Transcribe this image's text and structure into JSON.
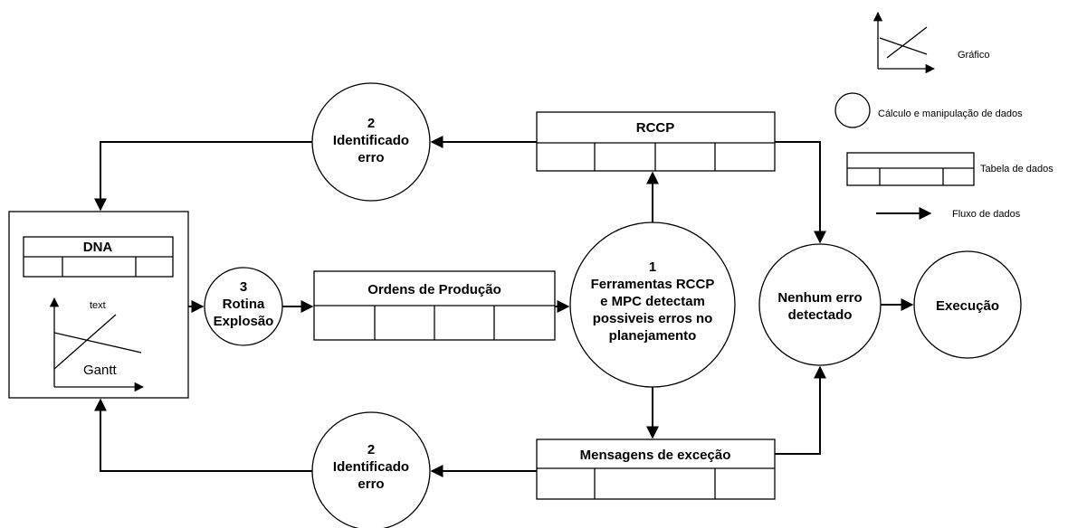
{
  "legend": {
    "grafico": "Gráfico",
    "calculo": "Cálculo e manipulação de dados",
    "tabela": "Tabela de dados",
    "fluxo": "Fluxo de dados"
  },
  "nodes": {
    "erro_top": {
      "number": "2",
      "line1": "Identificado",
      "line2": "erro"
    },
    "erro_bottom": {
      "number": "2",
      "line1": "Identificado",
      "line2": "erro"
    },
    "rotina": {
      "number": "3",
      "line1": "Rotina",
      "line2": "Explosão"
    },
    "ferramentas": {
      "number": "1",
      "line1": "Ferramentas RCCP",
      "line2": "e MPC detectam",
      "line3": "possiveis erros no",
      "line4": "planejamento"
    },
    "nenhum": {
      "line1": "Nenhum erro",
      "line2": "detectado"
    },
    "execucao": {
      "label": "Execução"
    }
  },
  "tables": {
    "rccp": "RCCP",
    "ordens": "Ordens de Produção",
    "mensagens": "Mensagens de exceção",
    "dna": "DNA"
  },
  "gantt": {
    "text_label": "text",
    "gantt_label": "Gantt"
  }
}
